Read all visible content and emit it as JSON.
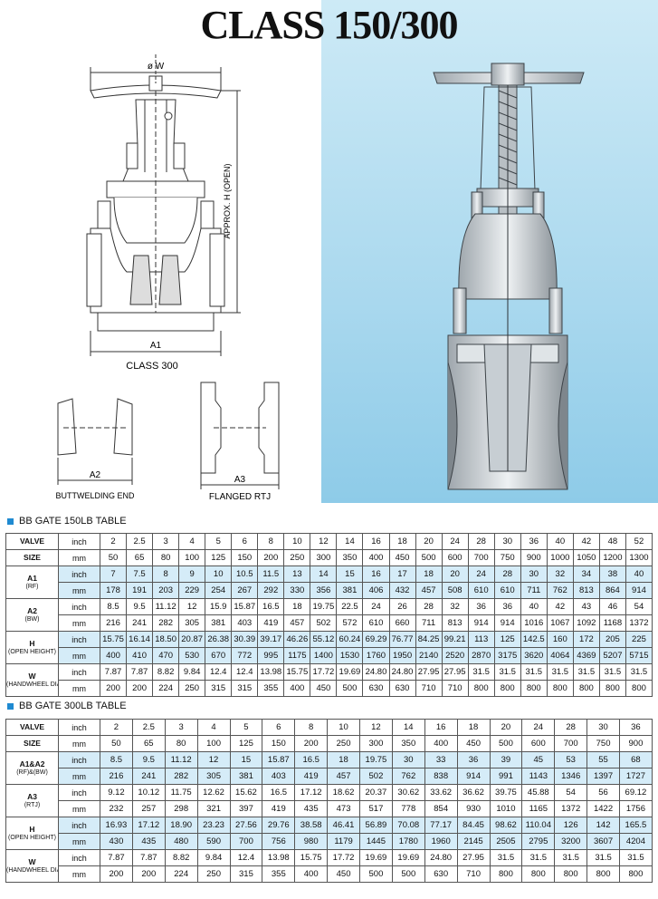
{
  "title_a": "CLASS",
  "title_b": "150/300",
  "drawing": {
    "phi_w": "ø W",
    "h_label": "APPROX. H (OPEN)",
    "a1": "A1",
    "class300": "CLASS 300",
    "a2": "A2",
    "buttwelding": "BUTTWELDING END",
    "a3": "A3",
    "flanged": "FLANGED RTJ"
  },
  "accent": "#1f8ad1",
  "table150": {
    "heading": "BB GATE 150LB TABLE",
    "rows": [
      {
        "label": "VALVE",
        "sub": "",
        "unit": "inch",
        "values": [
          "2",
          "2.5",
          "3",
          "4",
          "5",
          "6",
          "8",
          "10",
          "12",
          "14",
          "16",
          "18",
          "20",
          "24",
          "28",
          "30",
          "36",
          "40",
          "42",
          "48",
          "52"
        ]
      },
      {
        "label": "SIZE",
        "sub": "",
        "unit": "mm",
        "values": [
          "50",
          "65",
          "80",
          "100",
          "125",
          "150",
          "200",
          "250",
          "300",
          "350",
          "400",
          "450",
          "500",
          "600",
          "700",
          "750",
          "900",
          "1000",
          "1050",
          "1200",
          "1300"
        ]
      },
      {
        "label": "A1",
        "sub": "(RF)",
        "unit": "inch",
        "values": [
          "7",
          "7.5",
          "8",
          "9",
          "10",
          "10.5",
          "11.5",
          "13",
          "14",
          "15",
          "16",
          "17",
          "18",
          "20",
          "24",
          "28",
          "30",
          "32",
          "34",
          "38",
          "40"
        ]
      },
      {
        "label": "",
        "sub": "",
        "unit": "mm",
        "values": [
          "178",
          "191",
          "203",
          "229",
          "254",
          "267",
          "292",
          "330",
          "356",
          "381",
          "406",
          "432",
          "457",
          "508",
          "610",
          "610",
          "711",
          "762",
          "813",
          "864",
          "914"
        ]
      },
      {
        "label": "A2",
        "sub": "(BW)",
        "unit": "inch",
        "values": [
          "8.5",
          "9.5",
          "11.12",
          "12",
          "15.9",
          "15.87",
          "16.5",
          "18",
          "19.75",
          "22.5",
          "24",
          "26",
          "28",
          "32",
          "36",
          "36",
          "40",
          "42",
          "43",
          "46",
          "54"
        ]
      },
      {
        "label": "",
        "sub": "",
        "unit": "mm",
        "values": [
          "216",
          "241",
          "282",
          "305",
          "381",
          "403",
          "419",
          "457",
          "502",
          "572",
          "610",
          "660",
          "711",
          "813",
          "914",
          "914",
          "1016",
          "1067",
          "1092",
          "1168",
          "1372"
        ]
      },
      {
        "label": "H",
        "sub": "(OPEN HEIGHT)",
        "unit": "inch",
        "values": [
          "15.75",
          "16.14",
          "18.50",
          "20.87",
          "26.38",
          "30.39",
          "39.17",
          "46.26",
          "55.12",
          "60.24",
          "69.29",
          "76.77",
          "84.25",
          "99.21",
          "113",
          "125",
          "142.5",
          "160",
          "172",
          "205",
          "225"
        ]
      },
      {
        "label": "",
        "sub": "",
        "unit": "mm",
        "values": [
          "400",
          "410",
          "470",
          "530",
          "670",
          "772",
          "995",
          "1175",
          "1400",
          "1530",
          "1760",
          "1950",
          "2140",
          "2520",
          "2870",
          "3175",
          "3620",
          "4064",
          "4369",
          "5207",
          "5715"
        ]
      },
      {
        "label": "W",
        "sub": "(HANDWHEEL DIA.)",
        "unit": "inch",
        "values": [
          "7.87",
          "7.87",
          "8.82",
          "9.84",
          "12.4",
          "12.4",
          "13.98",
          "15.75",
          "17.72",
          "19.69",
          "24.80",
          "24.80",
          "27.95",
          "27.95",
          "31.5",
          "31.5",
          "31.5",
          "31.5",
          "31.5",
          "31.5",
          "31.5"
        ]
      },
      {
        "label": "",
        "sub": "",
        "unit": "mm",
        "values": [
          "200",
          "200",
          "224",
          "250",
          "315",
          "315",
          "355",
          "400",
          "450",
          "500",
          "630",
          "630",
          "710",
          "710",
          "800",
          "800",
          "800",
          "800",
          "800",
          "800",
          "800"
        ]
      }
    ]
  },
  "table300": {
    "heading": "BB GATE 300LB TABLE",
    "rows": [
      {
        "label": "VALVE",
        "sub": "",
        "unit": "inch",
        "values": [
          "2",
          "2.5",
          "3",
          "4",
          "5",
          "6",
          "8",
          "10",
          "12",
          "14",
          "16",
          "18",
          "20",
          "24",
          "28",
          "30",
          "36"
        ]
      },
      {
        "label": "SIZE",
        "sub": "",
        "unit": "mm",
        "values": [
          "50",
          "65",
          "80",
          "100",
          "125",
          "150",
          "200",
          "250",
          "300",
          "350",
          "400",
          "450",
          "500",
          "600",
          "700",
          "750",
          "900"
        ]
      },
      {
        "label": "A1&A2",
        "sub": "(RF)&(BW)",
        "unit": "inch",
        "values": [
          "8.5",
          "9.5",
          "11.12",
          "12",
          "15",
          "15.87",
          "16.5",
          "18",
          "19.75",
          "30",
          "33",
          "36",
          "39",
          "45",
          "53",
          "55",
          "68"
        ]
      },
      {
        "label": "",
        "sub": "",
        "unit": "mm",
        "values": [
          "216",
          "241",
          "282",
          "305",
          "381",
          "403",
          "419",
          "457",
          "502",
          "762",
          "838",
          "914",
          "991",
          "1143",
          "1346",
          "1397",
          "1727"
        ]
      },
      {
        "label": "A3",
        "sub": "(RTJ)",
        "unit": "inch",
        "values": [
          "9.12",
          "10.12",
          "11.75",
          "12.62",
          "15.62",
          "16.5",
          "17.12",
          "18.62",
          "20.37",
          "30.62",
          "33.62",
          "36.62",
          "39.75",
          "45.88",
          "54",
          "56",
          "69.12"
        ]
      },
      {
        "label": "",
        "sub": "",
        "unit": "mm",
        "values": [
          "232",
          "257",
          "298",
          "321",
          "397",
          "419",
          "435",
          "473",
          "517",
          "778",
          "854",
          "930",
          "1010",
          "1165",
          "1372",
          "1422",
          "1756"
        ]
      },
      {
        "label": "H",
        "sub": "(OPEN HEIGHT)",
        "unit": "inch",
        "values": [
          "16.93",
          "17.12",
          "18.90",
          "23.23",
          "27.56",
          "29.76",
          "38.58",
          "46.41",
          "56.89",
          "70.08",
          "77.17",
          "84.45",
          "98.62",
          "110.04",
          "126",
          "142",
          "165.5"
        ]
      },
      {
        "label": "",
        "sub": "",
        "unit": "mm",
        "values": [
          "430",
          "435",
          "480",
          "590",
          "700",
          "756",
          "980",
          "1179",
          "1445",
          "1780",
          "1960",
          "2145",
          "2505",
          "2795",
          "3200",
          "3607",
          "4204"
        ]
      },
      {
        "label": "W",
        "sub": "(HANDWHEEL DIA.)",
        "unit": "inch",
        "values": [
          "7.87",
          "7.87",
          "8.82",
          "9.84",
          "12.4",
          "13.98",
          "15.75",
          "17.72",
          "19.69",
          "19.69",
          "24.80",
          "27.95",
          "31.5",
          "31.5",
          "31.5",
          "31.5",
          "31.5"
        ]
      },
      {
        "label": "",
        "sub": "",
        "unit": "mm",
        "values": [
          "200",
          "200",
          "224",
          "250",
          "315",
          "355",
          "400",
          "450",
          "500",
          "500",
          "630",
          "710",
          "800",
          "800",
          "800",
          "800",
          "800"
        ]
      }
    ]
  }
}
